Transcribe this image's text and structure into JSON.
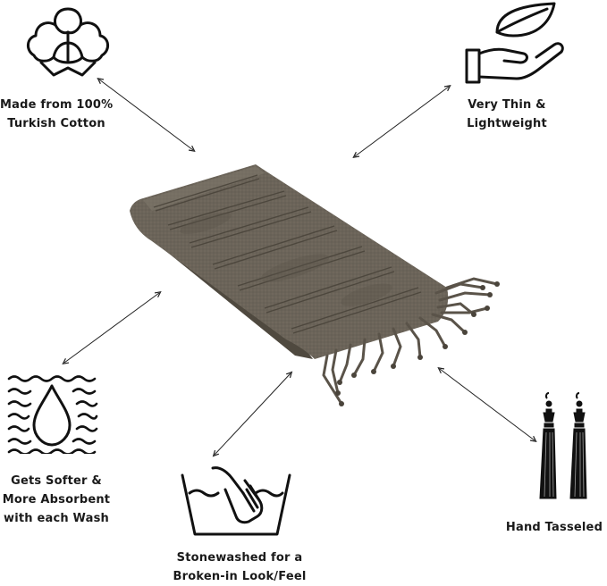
{
  "features": [
    {
      "icon": "cotton-icon",
      "lines": [
        "Made from 100%",
        "Turkish Cotton"
      ]
    },
    {
      "icon": "leaf-hand-icon",
      "lines": [
        "Very Thin &",
        "Lightweight"
      ]
    },
    {
      "icon": "water-drop-icon",
      "lines": [
        "Gets Softer &",
        "More Absorbent",
        "with each Wash"
      ]
    },
    {
      "icon": "hand-wash-icon",
      "lines": [
        "Stonewashed for a",
        "Broken-in Look/Feel"
      ]
    },
    {
      "icon": "tassel-icon",
      "lines": [
        "Hand Tasseled"
      ]
    }
  ],
  "product": {
    "name": "folded-turkish-towel",
    "color": "#6b6459"
  },
  "colors": {
    "text": "#1a1a1a",
    "towel": "#6b6459",
    "towel_stripe": "#4a443b",
    "arrow": "#222222"
  }
}
